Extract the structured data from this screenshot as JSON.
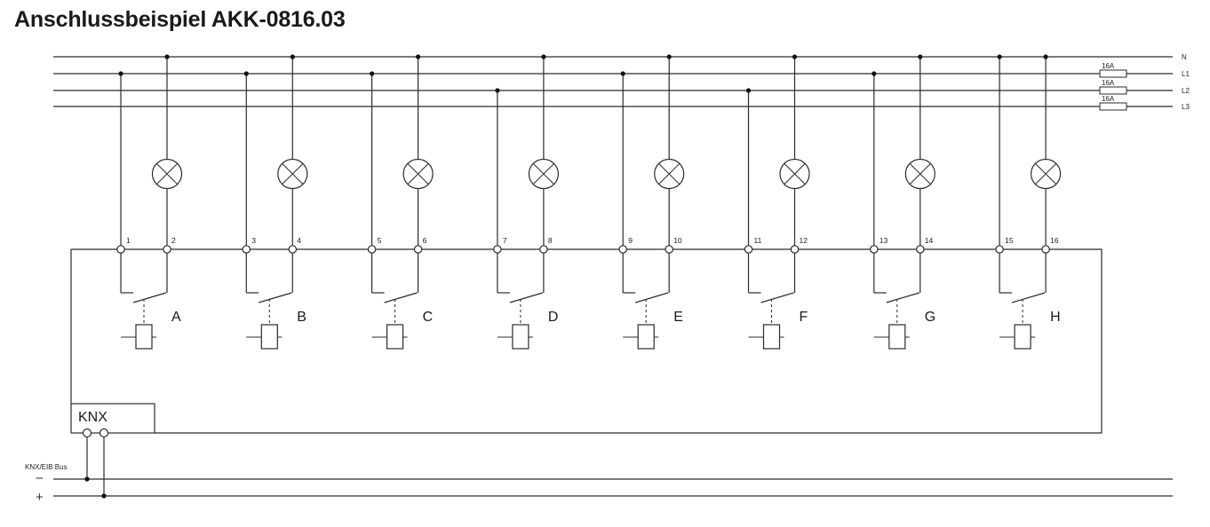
{
  "title": "Anschlussbeispiel AKK-0816.03",
  "bus_lines": [
    {
      "label": "N",
      "fuse": ""
    },
    {
      "label": "L1",
      "fuse": "16A"
    },
    {
      "label": "L2",
      "fuse": "16A"
    },
    {
      "label": "L3",
      "fuse": "16A"
    }
  ],
  "channels": [
    {
      "name": "A",
      "terminals": [
        "1",
        "2"
      ],
      "phase": "L1"
    },
    {
      "name": "B",
      "terminals": [
        "3",
        "4"
      ],
      "phase": "L1"
    },
    {
      "name": "C",
      "terminals": [
        "5",
        "6"
      ],
      "phase": "L1"
    },
    {
      "name": "D",
      "terminals": [
        "7",
        "8"
      ],
      "phase": "L2"
    },
    {
      "name": "E",
      "terminals": [
        "9",
        "10"
      ],
      "phase": "L1"
    },
    {
      "name": "F",
      "terminals": [
        "11",
        "12"
      ],
      "phase": "L2"
    },
    {
      "name": "G",
      "terminals": [
        "13",
        "14"
      ],
      "phase": "L1"
    },
    {
      "name": "H",
      "terminals": [
        "15",
        "16"
      ],
      "phase": "N"
    }
  ],
  "knx_module_label": "KNX",
  "knx_bus_label": "KNX/EIB Bus",
  "bus_minus_symbol": "−",
  "bus_plus_symbol": "+"
}
